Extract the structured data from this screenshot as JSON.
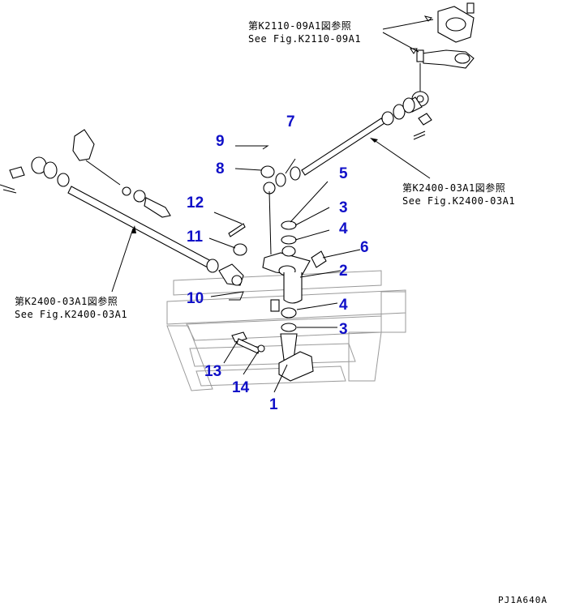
{
  "references": [
    {
      "id": "ref-k2110",
      "jp": "第K2110-09A1図参照",
      "en": "See Fig.K2110-09A1"
    },
    {
      "id": "ref-k2400-right",
      "jp": "第K2400-03A1図参照",
      "en": "See Fig.K2400-03A1"
    },
    {
      "id": "ref-k2400-left",
      "jp": "第K2400-03A1図参照",
      "en": "See Fig.K2400-03A1"
    }
  ],
  "callouts": [
    "1",
    "2",
    "3",
    "3",
    "4",
    "4",
    "5",
    "6",
    "7",
    "8",
    "9",
    "10",
    "11",
    "12",
    "13",
    "14"
  ],
  "drawing_code": "PJ1A640A",
  "colors": {
    "callout": "#1010c8",
    "line": "#000000",
    "ghost": "#9a9a9a"
  }
}
